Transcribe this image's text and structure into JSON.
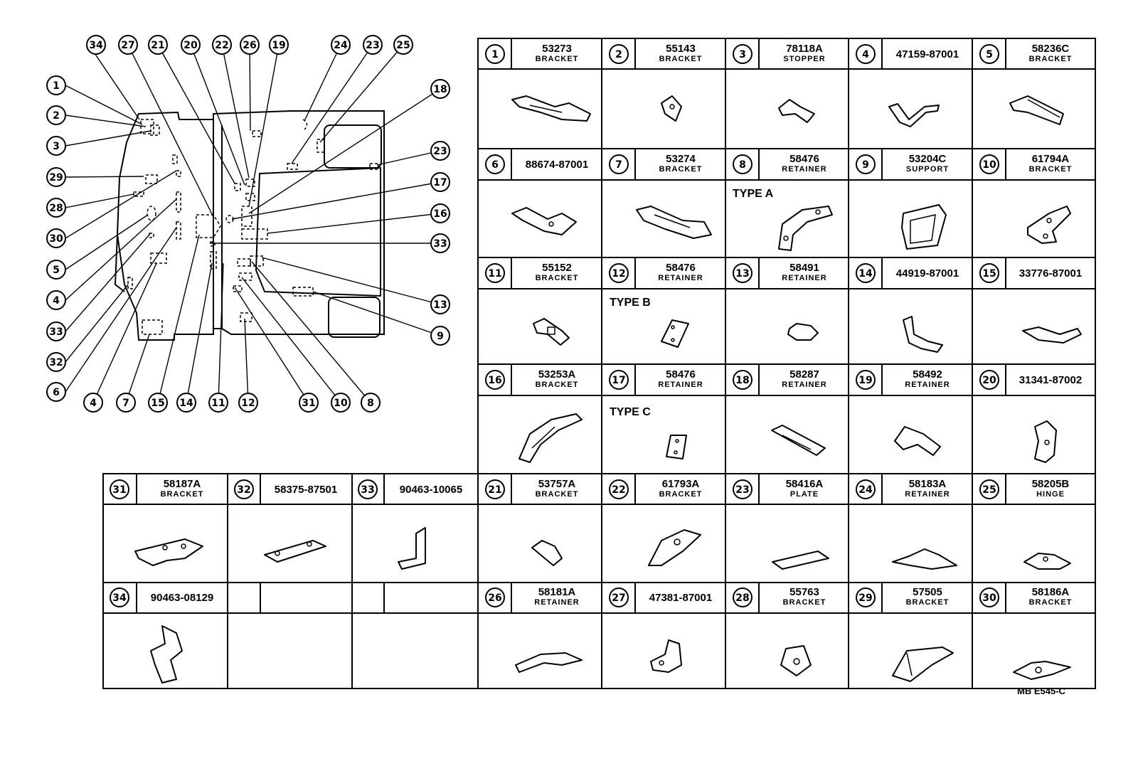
{
  "diagram_code": "MB E545-C",
  "callouts": [
    "1",
    "2",
    "3",
    "4",
    "5",
    "6",
    "7",
    "8",
    "9",
    "10",
    "11",
    "12",
    "13",
    "14",
    "15",
    "16",
    "17",
    "18",
    "19",
    "20",
    "21",
    "22",
    "23",
    "24",
    "25",
    "26",
    "27",
    "28",
    "29",
    "30",
    "31",
    "32",
    "33",
    "34"
  ],
  "type_labels": [
    "TYPE A",
    "TYPE B",
    "TYPE C"
  ],
  "parts": [
    {
      "id": "1",
      "part_no": "53273",
      "name": "BRACKET"
    },
    {
      "id": "2",
      "part_no": "55143",
      "name": "BRACKET"
    },
    {
      "id": "3",
      "part_no": "78118A",
      "name": "STOPPER"
    },
    {
      "id": "4",
      "part_no": "47159-87001",
      "name": ""
    },
    {
      "id": "5",
      "part_no": "58236C",
      "name": "BRACKET"
    },
    {
      "id": "6",
      "part_no": "88674-87001",
      "name": ""
    },
    {
      "id": "7",
      "part_no": "53274",
      "name": "BRACKET"
    },
    {
      "id": "8",
      "part_no": "58476",
      "name": "RETAINER"
    },
    {
      "id": "9",
      "part_no": "53204C",
      "name": "SUPPORT"
    },
    {
      "id": "10",
      "part_no": "61794A",
      "name": "BRACKET"
    },
    {
      "id": "11",
      "part_no": "55152",
      "name": "BRACKET"
    },
    {
      "id": "12",
      "part_no": "58476",
      "name": "RETAINER"
    },
    {
      "id": "13",
      "part_no": "58491",
      "name": "RETAINER"
    },
    {
      "id": "14",
      "part_no": "44919-87001",
      "name": ""
    },
    {
      "id": "15",
      "part_no": "33776-87001",
      "name": ""
    },
    {
      "id": "16",
      "part_no": "53253A",
      "name": "BRACKET"
    },
    {
      "id": "17",
      "part_no": "58476",
      "name": "RETAINER"
    },
    {
      "id": "18",
      "part_no": "58287",
      "name": "RETAINER"
    },
    {
      "id": "19",
      "part_no": "58492",
      "name": "RETAINER"
    },
    {
      "id": "20",
      "part_no": "31341-87002",
      "name": ""
    },
    {
      "id": "31",
      "part_no": "58187A",
      "name": "BRACKET"
    },
    {
      "id": "32",
      "part_no": "58375-87501",
      "name": ""
    },
    {
      "id": "33",
      "part_no": "90463-10065",
      "name": ""
    },
    {
      "id": "21",
      "part_no": "53757A",
      "name": "BRACKET"
    },
    {
      "id": "22",
      "part_no": "61793A",
      "name": "BRACKET"
    },
    {
      "id": "23",
      "part_no": "58416A",
      "name": "PLATE"
    },
    {
      "id": "24",
      "part_no": "58183A",
      "name": "RETAINER"
    },
    {
      "id": "25",
      "part_no": "58205B",
      "name": "HINGE"
    },
    {
      "id": "34",
      "part_no": "90463-08129",
      "name": ""
    },
    {
      "id": "26",
      "part_no": "58181A",
      "name": "RETAINER"
    },
    {
      "id": "27",
      "part_no": "47381-87001",
      "name": ""
    },
    {
      "id": "28",
      "part_no": "55763",
      "name": "BRACKET"
    },
    {
      "id": "29",
      "part_no": "57505",
      "name": "BRACKET"
    },
    {
      "id": "30",
      "part_no": "58186A",
      "name": "BRACKET"
    }
  ]
}
